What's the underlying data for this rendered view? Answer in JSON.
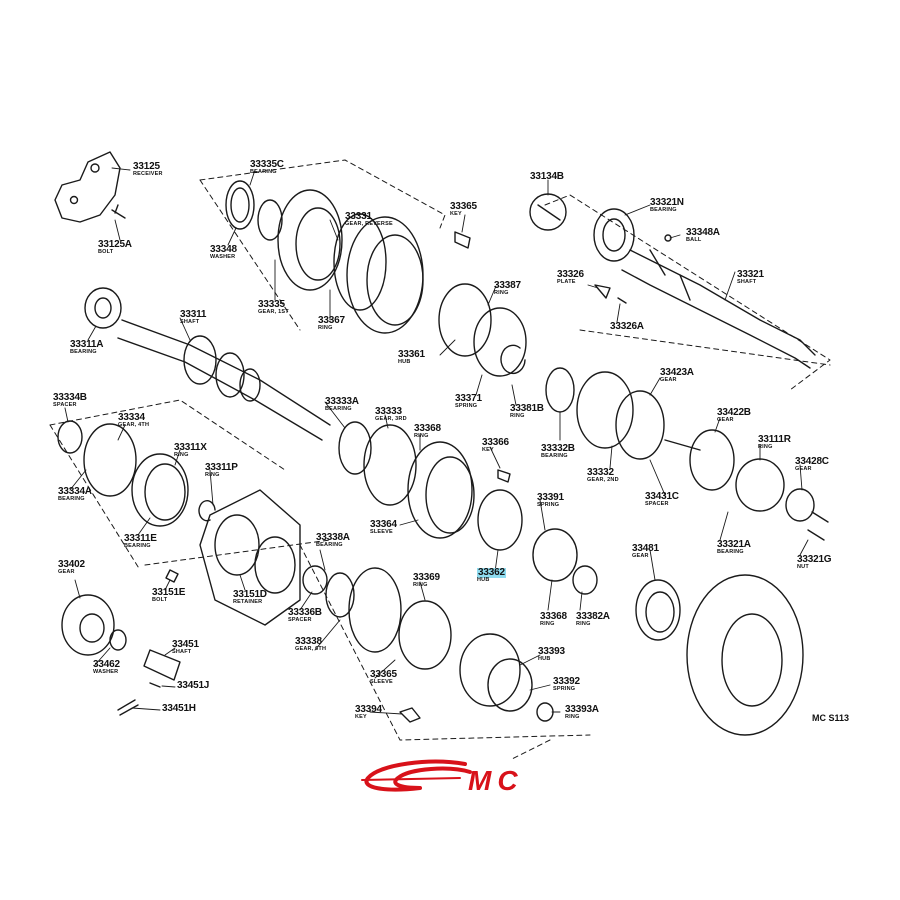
{
  "diagram_code": "MC S113",
  "logo": {
    "text": "MC",
    "color": "#d8121a"
  },
  "highlight_color": "#8fdcf0",
  "labels": [
    {
      "pn": "33125",
      "name": "RECEIVER"
    },
    {
      "pn": "33125A",
      "name": "BOLT"
    },
    {
      "pn": "33335C",
      "name": "BEARING"
    },
    {
      "pn": "33348",
      "name": "WASHER"
    },
    {
      "pn": "33331",
      "name": "GEAR, REVERSE"
    },
    {
      "pn": "33335",
      "name": "GEAR, 1ST"
    },
    {
      "pn": "33367",
      "name": "RING"
    },
    {
      "pn": "33365",
      "name": "KEY"
    },
    {
      "pn": "33134B",
      "name": ""
    },
    {
      "pn": "33321N",
      "name": "BEARING"
    },
    {
      "pn": "33348A",
      "name": "BALL"
    },
    {
      "pn": "33326",
      "name": "PLATE"
    },
    {
      "pn": "33326A",
      "name": ""
    },
    {
      "pn": "33321",
      "name": "SHAFT"
    },
    {
      "pn": "33387",
      "name": "RING"
    },
    {
      "pn": "33361",
      "name": "HUB"
    },
    {
      "pn": "33371",
      "name": "SPRING"
    },
    {
      "pn": "33381B",
      "name": "RING"
    },
    {
      "pn": "33311",
      "name": "SHAFT"
    },
    {
      "pn": "33311A",
      "name": "BEARING"
    },
    {
      "pn": "33334B",
      "name": "SPACER"
    },
    {
      "pn": "33334",
      "name": "GEAR, 4TH"
    },
    {
      "pn": "33311X",
      "name": "RING"
    },
    {
      "pn": "33311P",
      "name": "RING"
    },
    {
      "pn": "33334A",
      "name": "BEARING"
    },
    {
      "pn": "33311E",
      "name": "BEARING"
    },
    {
      "pn": "33333A",
      "name": "BEARING"
    },
    {
      "pn": "33333",
      "name": "GEAR, 3RD"
    },
    {
      "pn": "33368",
      "name": "RING"
    },
    {
      "pn": "33366",
      "name": "KEY"
    },
    {
      "pn": "33364",
      "name": "SLEEVE"
    },
    {
      "pn": "33391",
      "name": "SPRING"
    },
    {
      "pn": "33362",
      "name": "HUB",
      "highlight": true
    },
    {
      "pn": "33368",
      "name": "RING"
    },
    {
      "pn": "33382A",
      "name": "RING"
    },
    {
      "pn": "33332B",
      "name": "BEARING"
    },
    {
      "pn": "33423A",
      "name": "GEAR"
    },
    {
      "pn": "33422B",
      "name": "GEAR"
    },
    {
      "pn": "33332",
      "name": "GEAR, 2ND"
    },
    {
      "pn": "33111R",
      "name": "RING"
    },
    {
      "pn": "33428C",
      "name": "GEAR"
    },
    {
      "pn": "33431C",
      "name": "SPACER"
    },
    {
      "pn": "33321A",
      "name": "BEARING"
    },
    {
      "pn": "33321G",
      "name": "NUT"
    },
    {
      "pn": "33402",
      "name": "GEAR"
    },
    {
      "pn": "33151E",
      "name": "BOLT"
    },
    {
      "pn": "33151D",
      "name": "RETAINER"
    },
    {
      "pn": "33338A",
      "name": "BEARING"
    },
    {
      "pn": "33336B",
      "name": "SPACER"
    },
    {
      "pn": "33369",
      "name": "RING"
    },
    {
      "pn": "33338",
      "name": "GEAR, 6TH"
    },
    {
      "pn": "33365",
      "name": "SLEEVE"
    },
    {
      "pn": "33393",
      "name": "HUB"
    },
    {
      "pn": "33392",
      "name": "SPRING"
    },
    {
      "pn": "33393A",
      "name": "RING"
    },
    {
      "pn": "33394",
      "name": "KEY"
    },
    {
      "pn": "33451",
      "name": "SHAFT"
    },
    {
      "pn": "33462",
      "name": "WASHER"
    },
    {
      "pn": "33451J",
      "name": ""
    },
    {
      "pn": "33451H",
      "name": ""
    },
    {
      "pn": "33481",
      "name": "GEAR"
    }
  ]
}
